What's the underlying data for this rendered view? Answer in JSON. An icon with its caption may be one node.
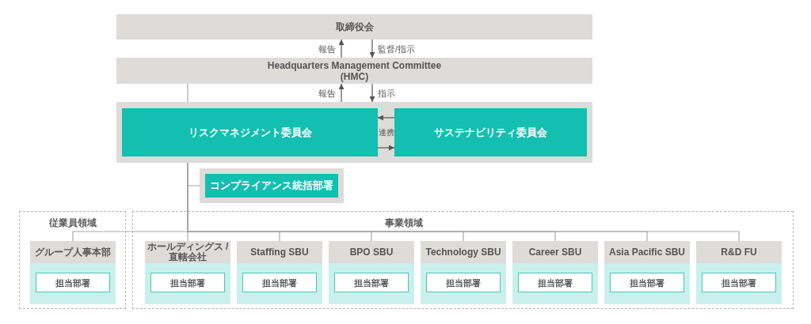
{
  "diagram": {
    "nodes": [
      {
        "text": [
          "取締役会"
        ]
      },
      {
        "text": [
          "Headquarters Management Committee (HMC)"
        ]
      },
      {
        "text": [],
        "shape": "box"
      },
      {
        "text": [
          "リスクマネジメント委員会"
        ],
        "in": 2
      },
      {
        "text": [
          "サステナビリティ委員会"
        ],
        "in": 2
      },
      {
        "text": [
          "コンプライアンス統括部署"
        ]
      },
      {
        "text": [
          "従業員領域"
        ]
      },
      {
        "text": [
          "グループ人事本部"
        ],
        "in": 6
      },
      {
        "text": [
          "担当部署"
        ],
        "in": 7
      },
      {
        "text": [
          "事業領域"
        ]
      },
      {
        "text": [
          "ホールディングス / 直轄会社"
        ],
        "in": 9
      },
      {
        "text": [
          "担当部署"
        ],
        "in": 10
      },
      {
        "text": [
          "Staffing SBU"
        ],
        "in": 9
      },
      {
        "text": [
          "担当部署"
        ],
        "in": 12
      },
      {
        "text": [
          "BPO SBU"
        ],
        "in": 9
      },
      {
        "text": [
          "担当部署"
        ],
        "in": 14
      },
      {
        "text": [
          "Technology SBU"
        ],
        "in": 9
      },
      {
        "text": [
          "担当部署"
        ],
        "in": 16
      },
      {
        "text": [
          "Career SBU"
        ],
        "in": 9
      },
      {
        "text": [
          "担当部署"
        ],
        "in": 18
      },
      {
        "text": [
          "Asia Pacific SBU"
        ],
        "in": 9
      },
      {
        "text": [
          "担当部署"
        ],
        "in": 20
      },
      {
        "text": [
          "R&D FU"
        ],
        "in": 9
      },
      {
        "text": [
          "担当部署"
        ],
        "in": 22
      }
    ],
    "edges": [
      {
        "from": 1,
        "to": 0,
        "arrow": "to",
        "label": "報告",
        "color": "#555555"
      },
      {
        "from": 0,
        "to": 1,
        "arrow": "to",
        "label": "監督/指示",
        "color": "#555555"
      },
      {
        "from": 2,
        "to": 1,
        "arrow": "to",
        "label": "報告",
        "color": "#555555"
      },
      {
        "from": 1,
        "to": 2,
        "arrow": "to",
        "label": "指示",
        "color": "#555555"
      },
      {
        "from": 4,
        "to": 3,
        "arrow": "to",
        "color": "#555555"
      },
      {
        "from": 3,
        "to": 4,
        "arrow": "to",
        "color": "#555555"
      },
      {
        "from": 1,
        "to": 2,
        "arrow": "none"
      },
      {
        "from": 2,
        "to": 5,
        "arrow": "none"
      },
      {
        "from": 2,
        "to": 7,
        "arrow": "none"
      },
      {
        "from": 2,
        "to": 10,
        "arrow": "none"
      },
      {
        "from": 2,
        "to": 12,
        "arrow": "none"
      },
      {
        "from": 2,
        "to": 14,
        "arrow": "none"
      },
      {
        "from": 2,
        "to": 16,
        "arrow": "none"
      },
      {
        "from": 2,
        "to": 18,
        "arrow": "none"
      },
      {
        "from": 2,
        "to": 20,
        "arrow": "none"
      },
      {
        "from": 2,
        "to": 22,
        "arrow": "none"
      }
    ],
    "labels": [
      "連携"
    ]
  }
}
